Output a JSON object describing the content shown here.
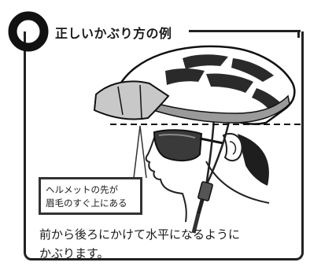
{
  "heading": {
    "mark_color": "#111111",
    "title": "正しいかぶり方の例"
  },
  "callout": {
    "line1": "ヘルメットの先が",
    "line2": "眉毛のすぐ上にある"
  },
  "caption": {
    "line1": "前から後ろにかけて水平になるように",
    "line2": "かぶります。"
  },
  "colors": {
    "frame": "#222222",
    "helmet_gray": "#9a9a9a",
    "visor_gray": "#c8c8c8",
    "lens": "#3a3a3a"
  }
}
